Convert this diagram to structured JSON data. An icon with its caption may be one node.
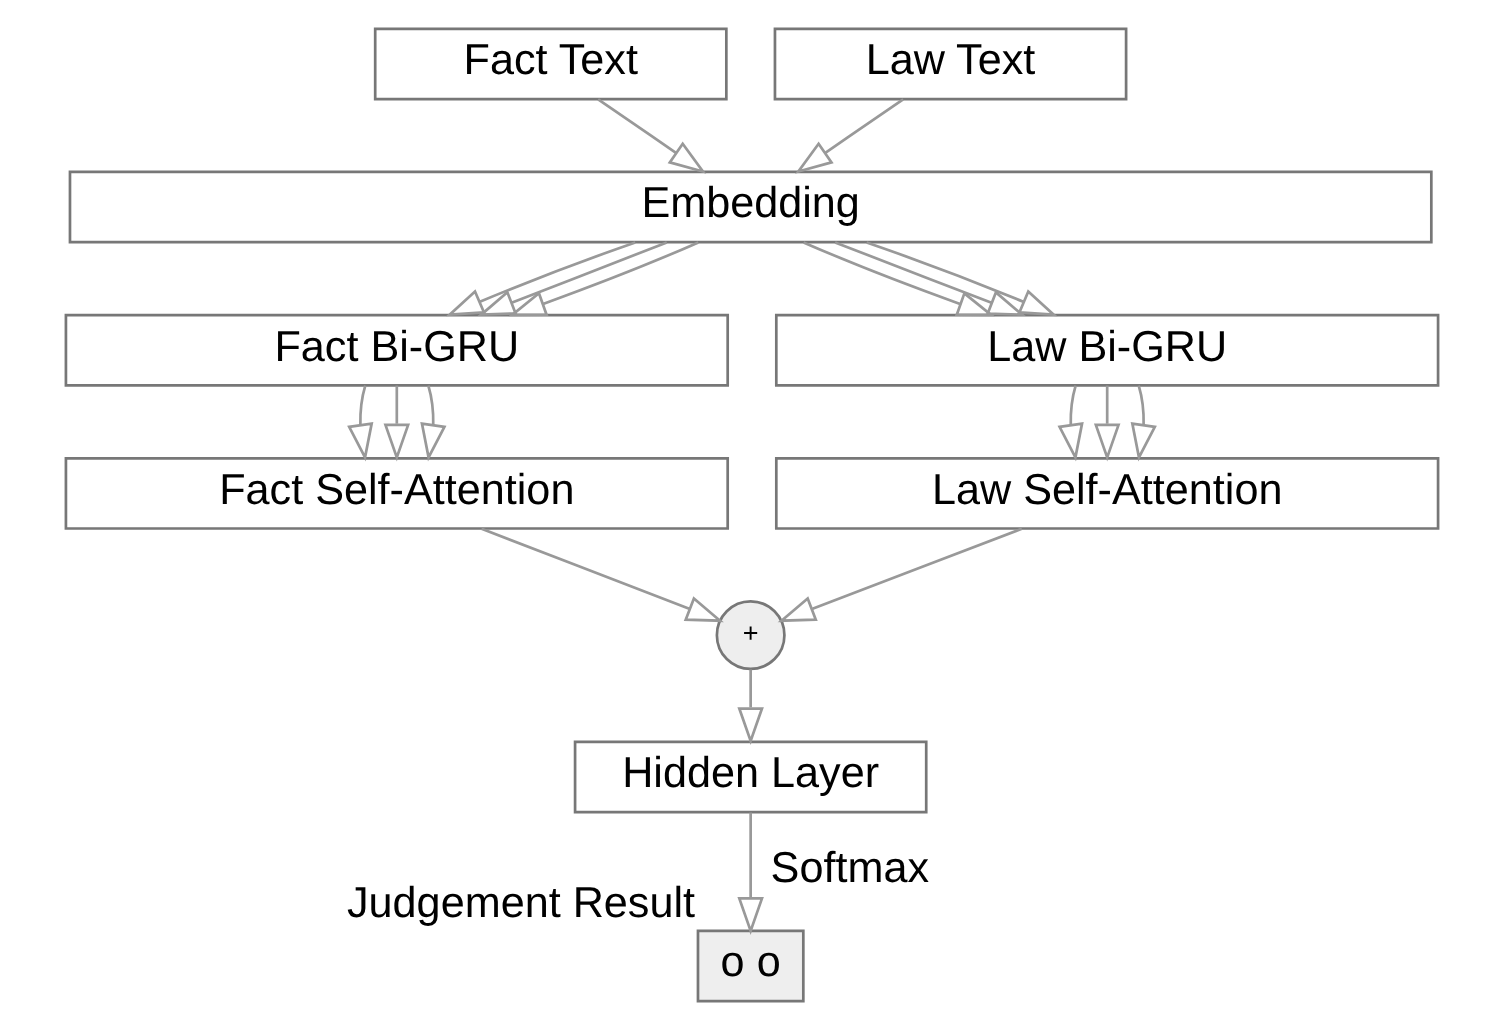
{
  "diagram": {
    "nodes": [
      {
        "text": [
          "Fact Text"
        ]
      },
      {
        "text": [
          "Law Text"
        ]
      },
      {
        "text": [
          "Embedding"
        ]
      },
      {
        "text": [
          "Fact Bi-GRU"
        ]
      },
      {
        "text": [
          "Law Bi-GRU"
        ]
      },
      {
        "text": [
          "Fact Self-Attention"
        ]
      },
      {
        "text": [
          "Law Self-Attention"
        ]
      },
      {
        "text": [
          "+"
        ]
      },
      {
        "text": [
          "Hidden Layer"
        ]
      },
      {
        "text": [
          "o o"
        ],
        "beside": [
          "Judgement Result"
        ]
      }
    ],
    "edges": [
      {
        "from": 0,
        "to": 2,
        "arrow": "to"
      },
      {
        "from": 1,
        "to": 2,
        "arrow": "to"
      },
      {
        "from": 2,
        "to": 3,
        "arrow": "to"
      },
      {
        "from": 2,
        "to": 3,
        "arrow": "to"
      },
      {
        "from": 2,
        "to": 3,
        "arrow": "to"
      },
      {
        "from": 2,
        "to": 4,
        "arrow": "to"
      },
      {
        "from": 2,
        "to": 4,
        "arrow": "to"
      },
      {
        "from": 2,
        "to": 4,
        "arrow": "to"
      },
      {
        "from": 3,
        "to": 5,
        "arrow": "to"
      },
      {
        "from": 3,
        "to": 5,
        "arrow": "to"
      },
      {
        "from": 3,
        "to": 5,
        "arrow": "to"
      },
      {
        "from": 4,
        "to": 6,
        "arrow": "to"
      },
      {
        "from": 4,
        "to": 6,
        "arrow": "to"
      },
      {
        "from": 4,
        "to": 6,
        "arrow": "to"
      },
      {
        "from": 5,
        "to": 7,
        "arrow": "to"
      },
      {
        "from": 6,
        "to": 7,
        "arrow": "to"
      },
      {
        "from": 7,
        "to": 8,
        "arrow": "to"
      },
      {
        "from": 8,
        "to": 9,
        "label": "Softmax",
        "arrow": "to"
      }
    ]
  }
}
